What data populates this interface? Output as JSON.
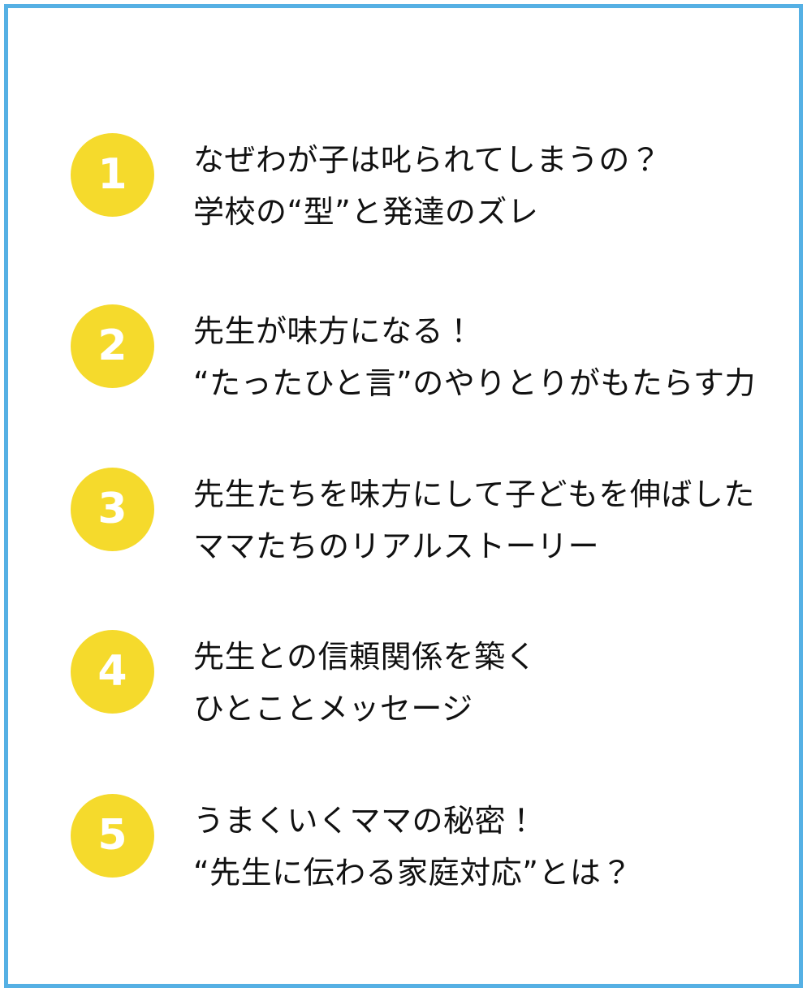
{
  "frame": {
    "border_color": "#55b0e4",
    "background_color": "#ffffff"
  },
  "theme": {
    "badge_color": "#f5da2c",
    "badge_number_color": "#ffffff",
    "text_color": "#111111"
  },
  "list": {
    "items": [
      {
        "number": "1",
        "line1": "なぜわが子は叱られてしまうの？",
        "line2": "学校の“型”と発達のズレ"
      },
      {
        "number": "2",
        "line1": "先生が味方になる！",
        "line2": "“たったひと言”のやりとりがもたらす力"
      },
      {
        "number": "3",
        "line1": "先生たちを味方にして子どもを伸ばした",
        "line2": "ママたちのリアルストーリー"
      },
      {
        "number": "4",
        "line1": "先生との信頼関係を築く",
        "line2": "ひとことメッセージ"
      },
      {
        "number": "5",
        "line1": "うまくいくママの秘密！",
        "line2": "“先生に伝わる家庭対応”とは？"
      }
    ]
  }
}
